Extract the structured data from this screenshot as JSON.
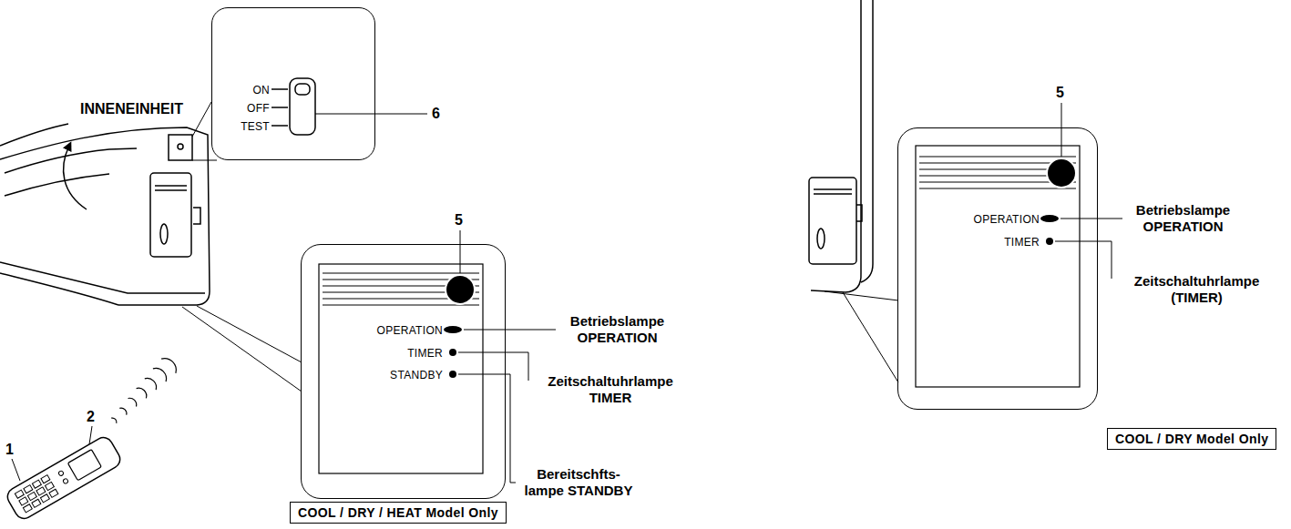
{
  "diagram": {
    "nodes": [
      {
        "text": [
          "ON",
          "OFF",
          "TEST"
        ]
      },
      {
        "text": [
          "OPERATION",
          "TIMER",
          "STANDBY"
        ]
      },
      {
        "text": [
          "COOL / DRY / HEAT Model Only"
        ]
      },
      {
        "text": [
          "OPERATION",
          "TIMER"
        ]
      },
      {
        "text": [
          "COOL / DRY Model Only"
        ]
      }
    ],
    "labels": [
      "INNENEINHEIT",
      "6",
      "5",
      "Betriebslampe OPERATION",
      "Zeitschaltuhrlampe TIMER",
      "Bereitschfts- lampe STANDBY",
      "1",
      "2",
      "5",
      "Betriebslampe OPERATION",
      "Zeitschaltuhrlampe (TIMER)"
    ]
  }
}
